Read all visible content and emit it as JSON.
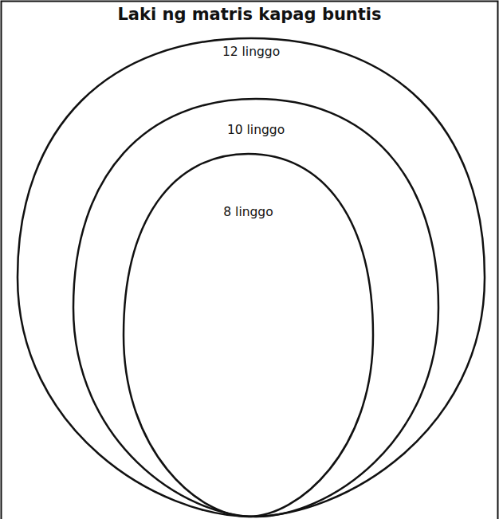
{
  "diagram": {
    "title": "Laki ng matris kapag buntis",
    "nodes": [
      {
        "text": [
          "12 linggo"
        ]
      },
      {
        "text": [
          "10 linggo"
        ],
        "in": 0
      },
      {
        "text": [
          "8 linggo"
        ],
        "in": 1
      }
    ]
  }
}
